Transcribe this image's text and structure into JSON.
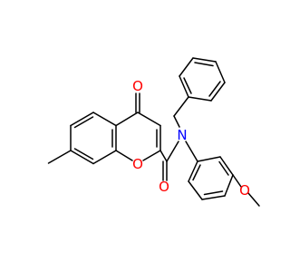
{
  "colors": {
    "background": "#ffffff",
    "bond": "#000000",
    "oxygen": "#ff0000",
    "nitrogen": "#0000ff"
  },
  "atoms": {
    "carbonyl_oxygen": {
      "label": "O",
      "element": "oxygen"
    },
    "ring_oxygen": {
      "label": "O",
      "element": "oxygen"
    },
    "amide_oxygen": {
      "label": "O",
      "element": "oxygen"
    },
    "amide_nitrogen": {
      "label": "N",
      "element": "nitrogen"
    },
    "methoxy_oxygen": {
      "label": "O",
      "element": "oxygen"
    }
  }
}
